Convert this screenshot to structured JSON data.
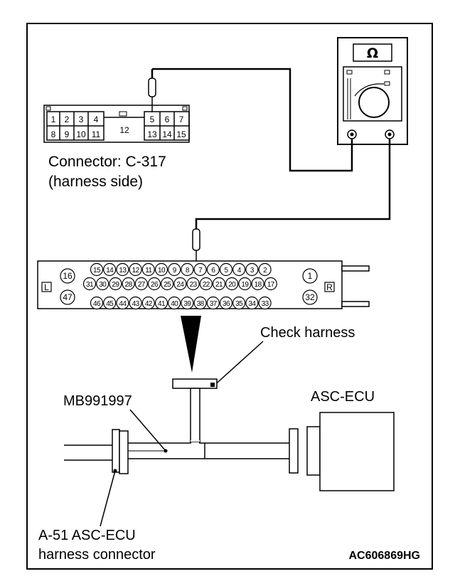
{
  "labels": {
    "connector_c317": "Connector: C-317",
    "harness_side": "(harness side)",
    "check_harness": "Check harness",
    "tool": "MB991997",
    "ecu": "ASC-ECU",
    "a51_line1": "A-51 ASC-ECU",
    "a51_line2": "harness connector",
    "figure_code": "AC606869HG"
  },
  "meter": {
    "symbol": "Ω"
  },
  "connector_c317": {
    "top_left": [
      "1",
      "2",
      "3",
      "4"
    ],
    "bottom_left": [
      "8",
      "9",
      "10",
      "11"
    ],
    "center": "12",
    "top_right": [
      "5",
      "6",
      "7"
    ],
    "bottom_right": [
      "13",
      "14",
      "15"
    ]
  },
  "connector_a51": {
    "side_left": "L",
    "side_right": "R",
    "left_pins": [
      "16",
      "47"
    ],
    "right_pins": [
      "1",
      "32"
    ],
    "row1": [
      "15",
      "14",
      "13",
      "12",
      "11",
      "10",
      "9",
      "8",
      "7",
      "6",
      "5",
      "4",
      "3",
      "2"
    ],
    "row2": [
      "31",
      "30",
      "29",
      "28",
      "27",
      "26",
      "25",
      "24",
      "23",
      "22",
      "21",
      "20",
      "19",
      "18",
      "17"
    ],
    "row3": [
      "46",
      "45",
      "44",
      "43",
      "42",
      "41",
      "40",
      "39",
      "38",
      "37",
      "36",
      "35",
      "34",
      "33"
    ]
  }
}
